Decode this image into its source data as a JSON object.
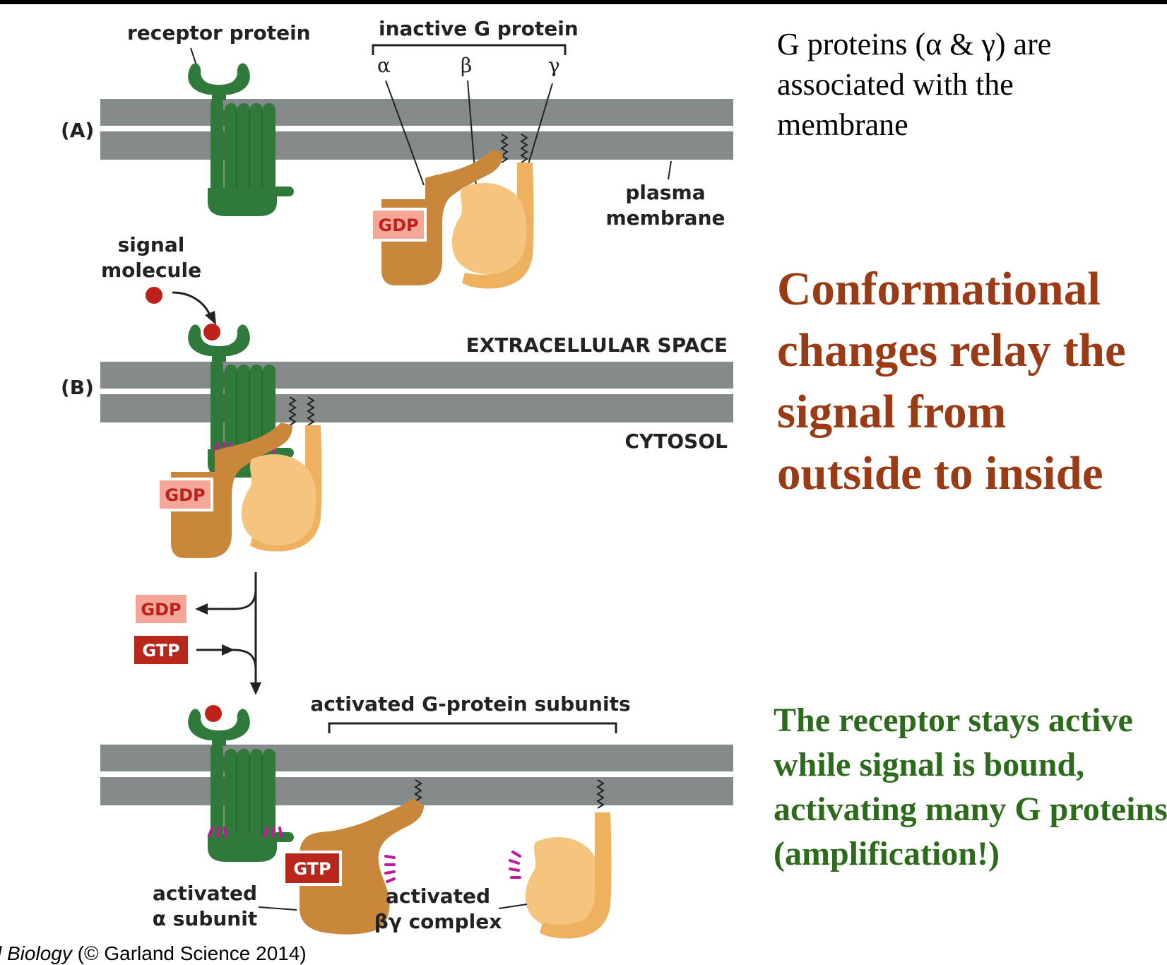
{
  "panels": {
    "a": {
      "label": "(A)",
      "receptor_label": "receptor protein",
      "g_protein_label": "inactive G protein",
      "alpha": "α",
      "beta": "β",
      "gamma": "γ",
      "gdp": "GDP",
      "membrane_label_line1": "plasma",
      "membrane_label_line2": "membrane"
    },
    "b": {
      "label": "(B)",
      "signal_line1": "signal",
      "signal_line2": "molecule",
      "extracellular": "EXTRACELLULAR SPACE",
      "cytosol": "CYTOSOL",
      "gdp": "GDP"
    },
    "exchange": {
      "gdp": "GDP",
      "gtp": "GTP"
    },
    "c": {
      "subunits_label": "activated G-protein subunits",
      "gtp": "GTP",
      "alpha_line1": "activated",
      "alpha_line2": "α subunit",
      "bg_line1": "activated",
      "bg_line2": "βγ complex"
    }
  },
  "text_blocks": {
    "note": "G proteins (α & γ) are associated with the membrane",
    "headline": "Conformational changes relay the signal from outside to inside",
    "amplification": "The receptor stays active  while signal is bound, activating many G proteins (amplification!)"
  },
  "credit": {
    "italic": "l Biology",
    "rest": " (© Garland Science 2014)"
  },
  "colors": {
    "membrane": "#858b8b",
    "receptor": "#2f7a3a",
    "alpha_subunit": "#c9873c",
    "beta_subunit": "#f5c580",
    "gamma_subunit": "#eeb160",
    "signal_molecule": "#c0201a",
    "gdp_fill": "#f4a699",
    "gtp_fill": "#b8271c",
    "headline": "#9a3b16",
    "amplification": "#2c6a1c"
  }
}
